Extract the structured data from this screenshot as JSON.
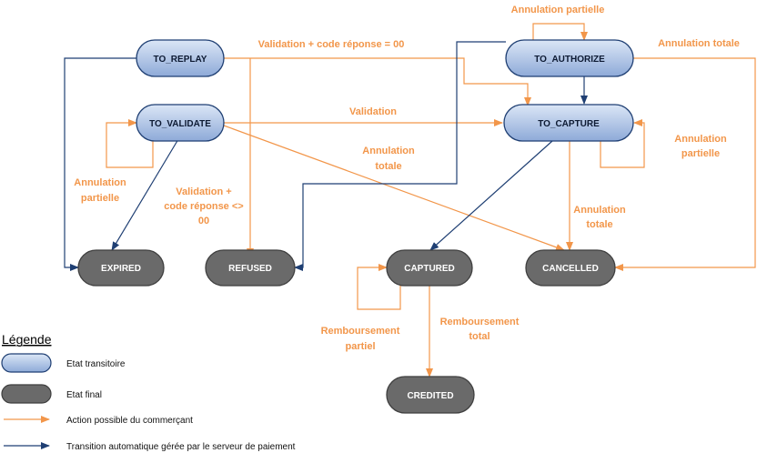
{
  "colors": {
    "merchant_action": "#f2964a",
    "automatic_transition": "#1f3f73",
    "transient_fill_top": "#dbe6f6",
    "transient_fill_bottom": "#8eaad8",
    "final_fill": "#6a6a6a"
  },
  "states": {
    "to_replay": "TO_REPLAY",
    "to_validate": "TO_VALIDATE",
    "to_authorize": "TO_AUTHORIZE",
    "to_capture": "TO_CAPTURE",
    "expired": "EXPIRED",
    "refused": "REFUSED",
    "captured": "CAPTURED",
    "cancelled": "CANCELLED",
    "credited": "CREDITED"
  },
  "labels": {
    "validation_code_00": "Validation + code réponse = 00",
    "annulation_partielle_top": "Annulation partielle",
    "annulation_totale_right": "Annulation totale",
    "validation": "Validation",
    "annulation_totale_mid": [
      "Annulation",
      "totale"
    ],
    "annulation_partielle_left": [
      "Annulation",
      "partielle"
    ],
    "validation_code_not_00": [
      "Validation +",
      "code réponse <>",
      "00"
    ],
    "annulation_partielle_right": [
      "Annulation",
      "partielle"
    ],
    "annulation_totale_capture": [
      "Annulation",
      "totale"
    ],
    "remboursement_partiel": [
      "Remboursement",
      "partiel"
    ],
    "remboursement_total": [
      "Remboursement",
      "total"
    ]
  },
  "legend": {
    "title": "Légende",
    "transient_state": "Etat transitoire",
    "final_state": "Etat final",
    "merchant_action": "Action possible du commerçant",
    "automatic_transition": "Transition automatique gérée par le serveur de paiement"
  }
}
